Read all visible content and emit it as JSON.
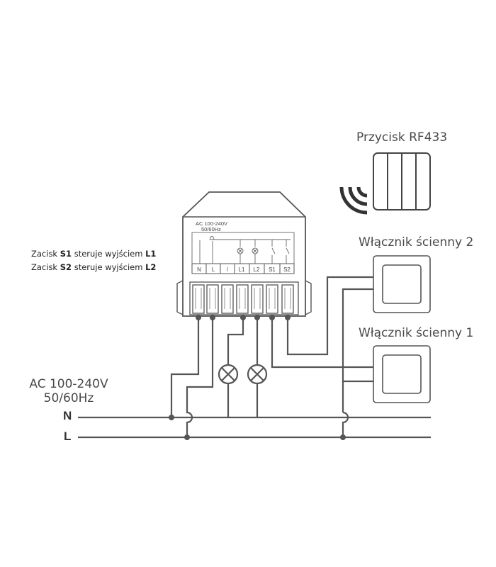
{
  "labels": {
    "remote": "Przycisk RF433",
    "switch2": "Włącznik ścienny 2",
    "switch1": "Włącznik ścienny 1",
    "supply_line1": "AC 100-240V",
    "supply_line2": "50/60Hz",
    "rail_n": "N",
    "rail_l": "L"
  },
  "notes": [
    {
      "prefix": "Zacisk ",
      "term": "S1",
      "middle": " steruje wyjściem ",
      "output": "L1"
    },
    {
      "prefix": "Zacisk ",
      "term": "S2",
      "middle": " steruje wyjściem ",
      "output": "L2"
    }
  ],
  "module": {
    "rating_line1": "AC 100-240V",
    "rating_line2": "50/60Hz",
    "terminals": [
      "N",
      "L",
      "/",
      "L1",
      "L2",
      "S1",
      "S2"
    ]
  }
}
